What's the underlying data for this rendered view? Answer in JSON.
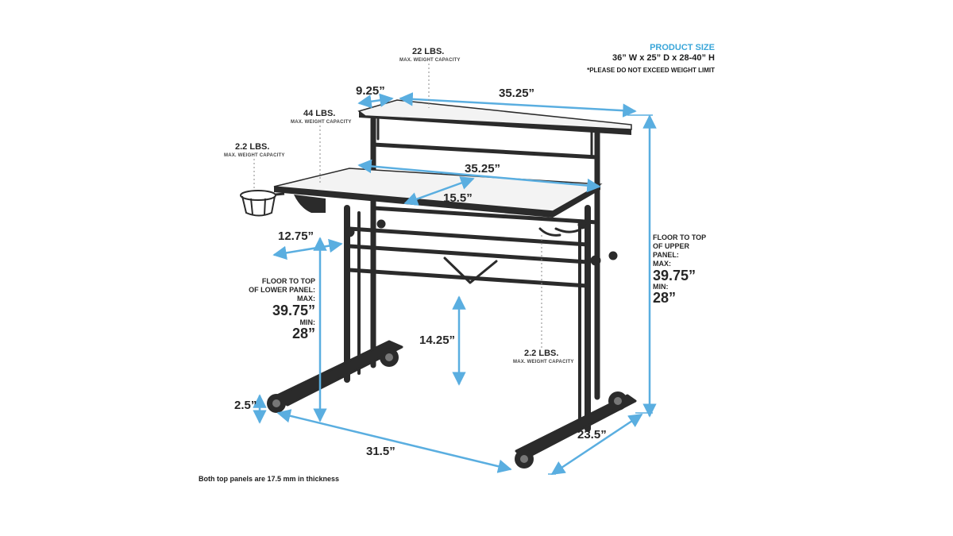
{
  "product_size": {
    "title": "PRODUCT SIZE",
    "value": "36” W x 25” D x 28-40” H",
    "warning": "*PLEASE DO NOT EXCEED WEIGHT LIMIT"
  },
  "weights": {
    "upper": {
      "value": "22 LBS.",
      "caption": "MAX. WEIGHT CAPACITY"
    },
    "lower": {
      "value": "44 LBS.",
      "caption": "MAX. WEIGHT CAPACITY"
    },
    "cup_holder": {
      "value": "2.2 LBS.",
      "caption": "MAX. WEIGHT CAPACITY"
    },
    "hook": {
      "value": "2.2 LBS.",
      "caption": "MAX. WEIGHT CAPACITY"
    }
  },
  "dimensions": {
    "upper_offset": "9.25”",
    "upper_width": "35.25”",
    "lower_width": "35.25”",
    "lower_depth": "15.5”",
    "lower_overhang": "12.75”",
    "crossbar_height": "14.25”",
    "caster_height": "2.5”",
    "base_width": "31.5”",
    "base_depth": "23.5”"
  },
  "lower_panel_height": {
    "label_line1": "FLOOR TO TOP",
    "label_line2": "OF LOWER PANEL:",
    "max_label": "MAX:",
    "max_value": "39.75”",
    "min_label": "MIN:",
    "min_value": "28”"
  },
  "upper_panel_height": {
    "label_line1": "FLOOR TO TOP",
    "label_line2": "OF UPPER",
    "label_line3": "PANEL:",
    "max_label": "MAX:",
    "max_value": "39.75”",
    "min_label": "MIN:",
    "min_value": "28”"
  },
  "footnote": "Both top panels are 17.5 mm in thickness",
  "colors": {
    "dimension_line": "#5aaee0",
    "frame": "#2b2b2b",
    "panel": "#f3f3f3",
    "title_accent": "#3aa6d9"
  }
}
